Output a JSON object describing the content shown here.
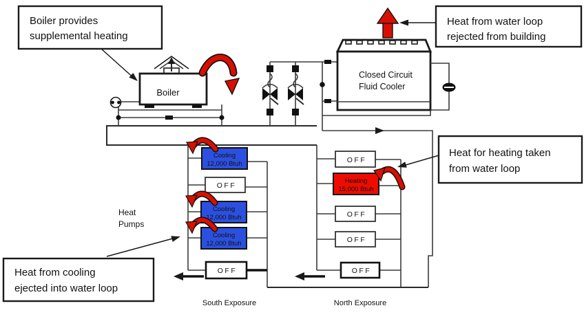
{
  "diagram": {
    "callouts": {
      "boiler_provides": {
        "line1": "Boiler provides",
        "line2": "supplemental heating"
      },
      "heat_rejected": {
        "line1": "Heat from water loop",
        "line2": "rejected from building"
      },
      "heat_taken": {
        "line1": "Heat for heating taken",
        "line2": "from water loop"
      },
      "heat_ejected": {
        "line1": "Heat from cooling",
        "line2": "ejected into water loop"
      }
    },
    "equipment": {
      "boiler": "Boiler",
      "fluid_cooler": {
        "line1": "Closed Circuit",
        "line2": "Fluid Cooler"
      }
    },
    "labels": {
      "heat_pumps": {
        "line1": "Heat",
        "line2": "Pumps"
      },
      "south_exposure": "South Exposure",
      "north_exposure": "North Exposure"
    },
    "south_pumps": [
      {
        "mode": "cooling",
        "line1": "Cooling",
        "line2": "12,000 Btuh"
      },
      {
        "mode": "off",
        "line1": "OFF",
        "line2": ""
      },
      {
        "mode": "cooling",
        "line1": "Cooling",
        "line2": "12,000 Btuh"
      },
      {
        "mode": "cooling",
        "line1": "Cooling",
        "line2": "12,000 Btuh"
      },
      {
        "mode": "off",
        "line1": "OFF",
        "line2": ""
      }
    ],
    "north_pumps": [
      {
        "mode": "off",
        "line1": "OFF",
        "line2": ""
      },
      {
        "mode": "heating",
        "line1": "Heating",
        "line2": "15,000 Btuh"
      },
      {
        "mode": "off",
        "line1": "OFF",
        "line2": ""
      },
      {
        "mode": "off",
        "line1": "OFF",
        "line2": ""
      },
      {
        "mode": "off",
        "line1": "OFF",
        "line2": ""
      }
    ],
    "colors": {
      "cooling_fill": "#2b50e0",
      "heating_fill": "#ee0c00",
      "arrow_red": "#d80f00",
      "line": "#1a1a1a"
    }
  }
}
